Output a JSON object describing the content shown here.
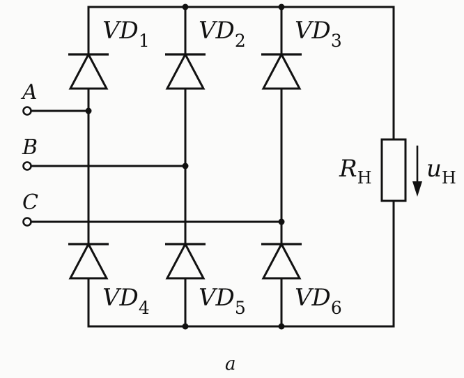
{
  "diagram": {
    "diodes": [
      {
        "id": "vd1",
        "label": "VD",
        "sub": "1"
      },
      {
        "id": "vd2",
        "label": "VD",
        "sub": "2"
      },
      {
        "id": "vd3",
        "label": "VD",
        "sub": "3"
      },
      {
        "id": "vd4",
        "label": "VD",
        "sub": "4"
      },
      {
        "id": "vd5",
        "label": "VD",
        "sub": "5"
      },
      {
        "id": "vd6",
        "label": "VD",
        "sub": "6"
      }
    ],
    "inputs": [
      "A",
      "B",
      "C"
    ],
    "load": {
      "label": "R",
      "sub": "H"
    },
    "voltage": {
      "label": "u",
      "sub": "H"
    },
    "caption": "а"
  }
}
